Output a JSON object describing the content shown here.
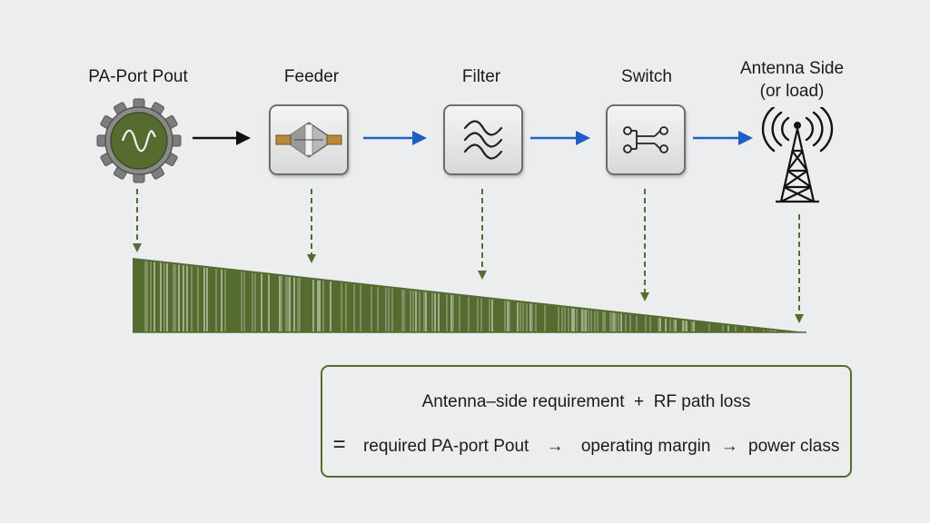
{
  "stages": [
    {
      "name": "pa_port",
      "label": "PA-Port Pout",
      "icon": "sine-wave-gear-icon"
    },
    {
      "name": "feeder",
      "label": "Feeder",
      "icon": "coaxial-connector-icon"
    },
    {
      "name": "filter",
      "label": "Filter",
      "icon": "filter-waves-icon"
    },
    {
      "name": "switch",
      "label": "Switch",
      "icon": "rf-switch-icon"
    },
    {
      "name": "antenna",
      "label_line1": "Antenna Side",
      "label_line2": "(or load)",
      "icon": "antenna-tower-icon"
    }
  ],
  "equation": {
    "line1": "Antenna–side requirement  +  RF path loss",
    "line2_eq": "=",
    "line2_a": "required PA-port Pout",
    "arrow": "→",
    "line2_b": "operating margin",
    "line2_c": "power class"
  },
  "colors": {
    "olive": "#556b2f",
    "flow_black": "#111111",
    "flow_blue": "#1f5fc4",
    "background": "#ecedef"
  }
}
